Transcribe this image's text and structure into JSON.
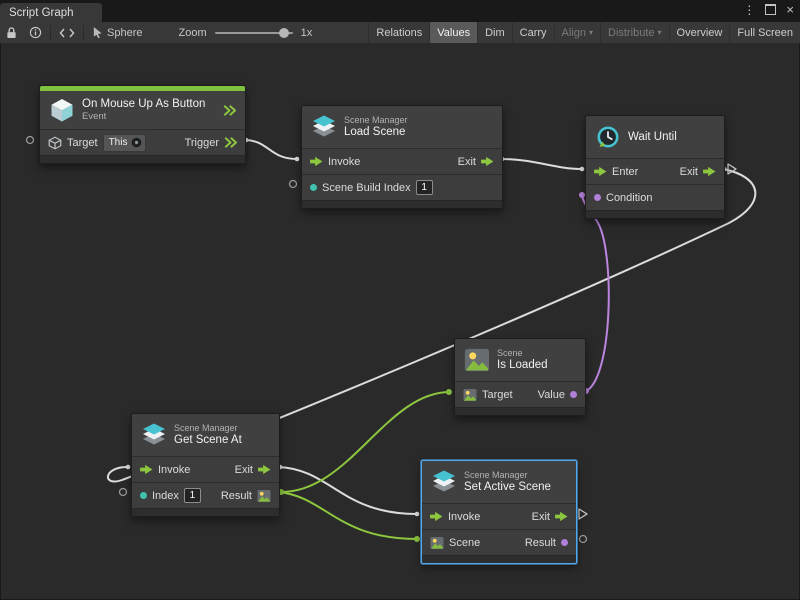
{
  "window": {
    "tab_title": "Script Graph"
  },
  "icons": {
    "menu": "⋮",
    "close": "×",
    "caret": "▾"
  },
  "toolbar": {
    "object_name": "Sphere",
    "zoom_label": "Zoom",
    "zoom_value": "1x",
    "buttons": [
      {
        "label": "Relations",
        "state": "normal"
      },
      {
        "label": "Values",
        "state": "active"
      },
      {
        "label": "Dim",
        "state": "normal"
      },
      {
        "label": "Carry",
        "state": "normal"
      },
      {
        "label": "Align",
        "state": "disabled",
        "dropdown": true
      },
      {
        "label": "Distribute",
        "state": "disabled",
        "dropdown": true
      },
      {
        "label": "Overview",
        "state": "normal"
      },
      {
        "label": "Full Screen",
        "state": "normal"
      }
    ]
  },
  "graph": {
    "nodes": {
      "on_mouse_up": {
        "title": "On Mouse Up As Button",
        "subtitle": "Event",
        "target_label": "Target",
        "target_value": "This",
        "trigger_label": "Trigger"
      },
      "load_scene": {
        "category": "Scene Manager",
        "title": "Load Scene",
        "invoke_label": "Invoke",
        "exit_label": "Exit",
        "index_label": "Scene Build Index",
        "index_value": "1"
      },
      "wait_until": {
        "title": "Wait Until",
        "enter_label": "Enter",
        "exit_label": "Exit",
        "condition_label": "Condition"
      },
      "is_loaded": {
        "category": "Scene",
        "title": "Is Loaded",
        "target_label": "Target",
        "value_label": "Value"
      },
      "get_scene_at": {
        "category": "Scene Manager",
        "title": "Get Scene At",
        "invoke_label": "Invoke",
        "exit_label": "Exit",
        "index_label": "Index",
        "index_value": "1",
        "result_label": "Result"
      },
      "set_active_scene": {
        "category": "Scene Manager",
        "title": "Set Active Scene",
        "invoke_label": "Invoke",
        "exit_label": "Exit",
        "scene_label": "Scene",
        "result_label": "Result"
      }
    },
    "colors": {
      "flow_green": "#8DC63F",
      "value_teal": "#3FC1B0",
      "value_purple": "#B07FD8",
      "event_green": "#7FC240",
      "selection_blue": "#4FA8F0",
      "wire_white": "#DCDCDC"
    }
  }
}
